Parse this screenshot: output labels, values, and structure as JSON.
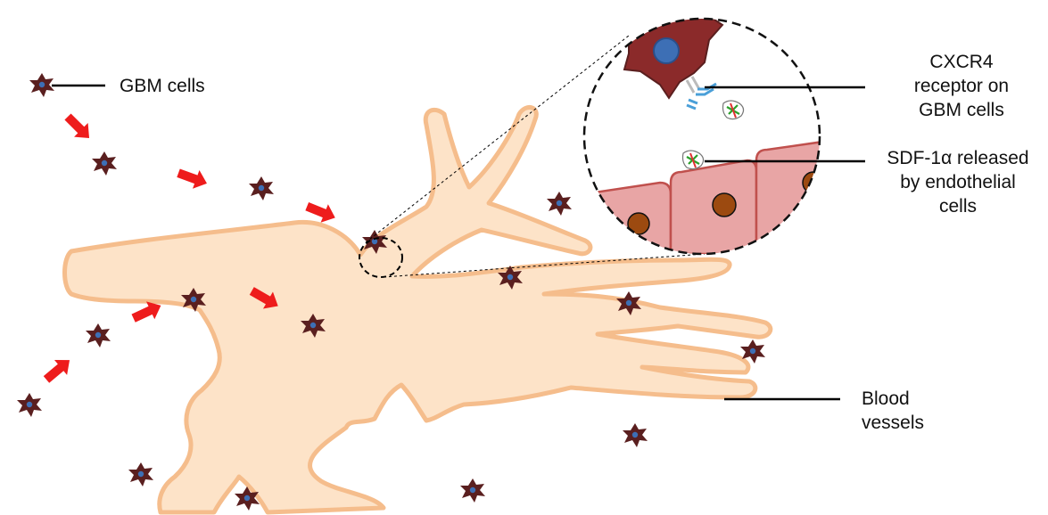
{
  "labels": {
    "gbm_cells": "GBM cells",
    "cxcr4": [
      "CXCR4",
      "receptor  on",
      "GBM cells"
    ],
    "sdf1": [
      "SDF-1α released",
      "by endothelial",
      "cells"
    ],
    "blood_vessels": [
      "Blood",
      "vessels"
    ]
  },
  "colors": {
    "vessel_fill": "#fde3c8",
    "vessel_stroke": "#f5bd8c",
    "gbm_cell": "#5a1f1f",
    "gbm_nucleus": "#3d6fb5",
    "migration_arrow": "#ee1c1c",
    "endothelial_fill": "#e8a5a5",
    "endothelial_stroke": "#c0504d",
    "endothelial_nucleus": "#9c4a10",
    "receptor": "#4a9fd8"
  },
  "icons": [
    "gbm-cell-icon",
    "migration-arrow-icon",
    "cxcr4-receptor-icon",
    "sdf1-protein-icon",
    "endothelial-cell-icon"
  ]
}
